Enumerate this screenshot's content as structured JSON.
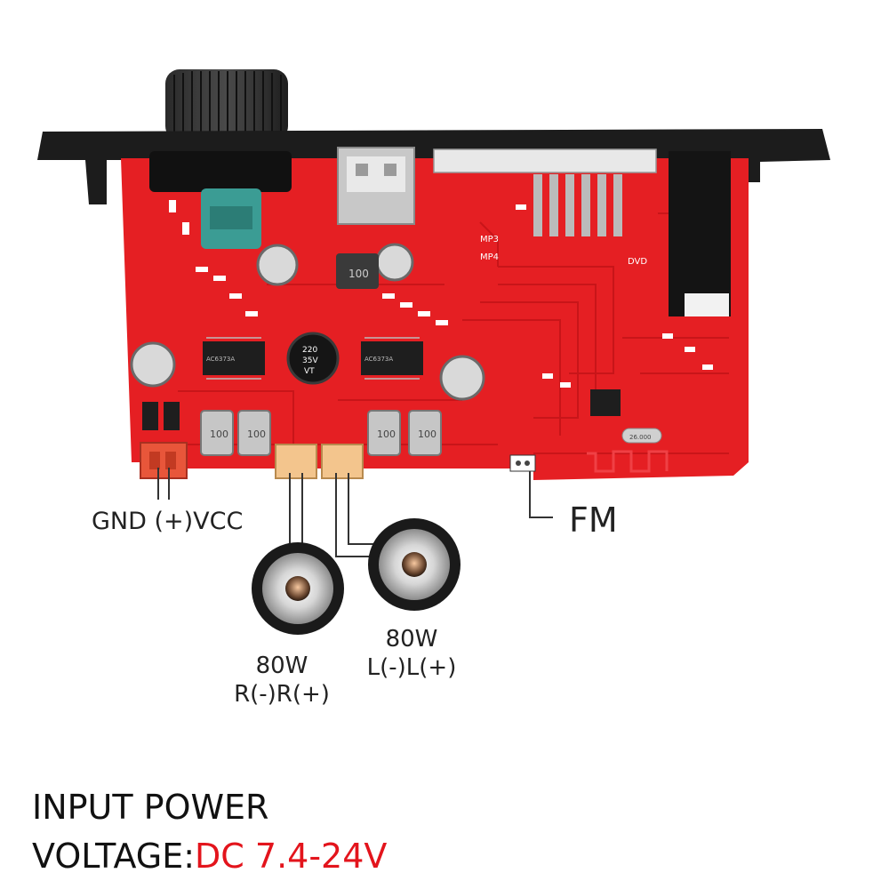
{
  "colors": {
    "pcb_red": "#e51f23",
    "faceplate_black": "#1c1c1c",
    "accent_red": "#e3141c",
    "lead_line": "#333333"
  },
  "board": {
    "silkscreen": {
      "mp3": "MP3",
      "mp4": "MP4",
      "dvd": "DVD",
      "inductor_value": "100",
      "cap_center_value": "220",
      "cap_center_voltage": "35V",
      "cap_center_code": "VT",
      "crystal": "26.000",
      "chip_left": "AC6373A",
      "chip_right": "AC6373A"
    }
  },
  "labels": {
    "power": "GND (+)VCC",
    "fm": "FM",
    "speaker_right": {
      "power": "80W",
      "pins": "R(-)R(+)"
    },
    "speaker_left": {
      "power": "80W",
      "pins": "L(-)L(+)"
    }
  },
  "caption": {
    "line1": "INPUT POWER",
    "line2_prefix": "VOLTAGE:",
    "line2_value": "DC 7.4-24V"
  }
}
